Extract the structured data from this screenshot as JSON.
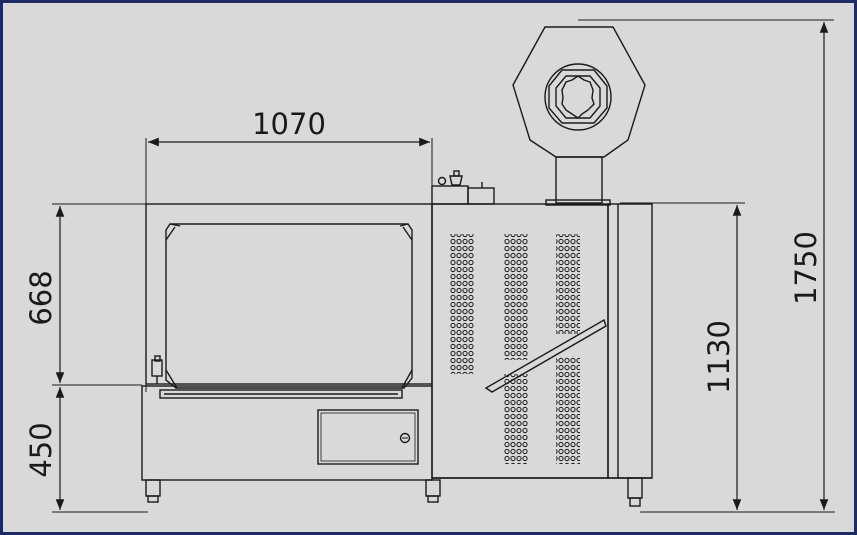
{
  "dimensions": {
    "width_top": "1070",
    "height_upper": "668",
    "height_lower": "450",
    "height_cabinet": "1130",
    "height_total": "1750"
  },
  "colors": {
    "background": "#d9d9da",
    "line": "#1a1a1a",
    "frame": "#1d2a63"
  }
}
